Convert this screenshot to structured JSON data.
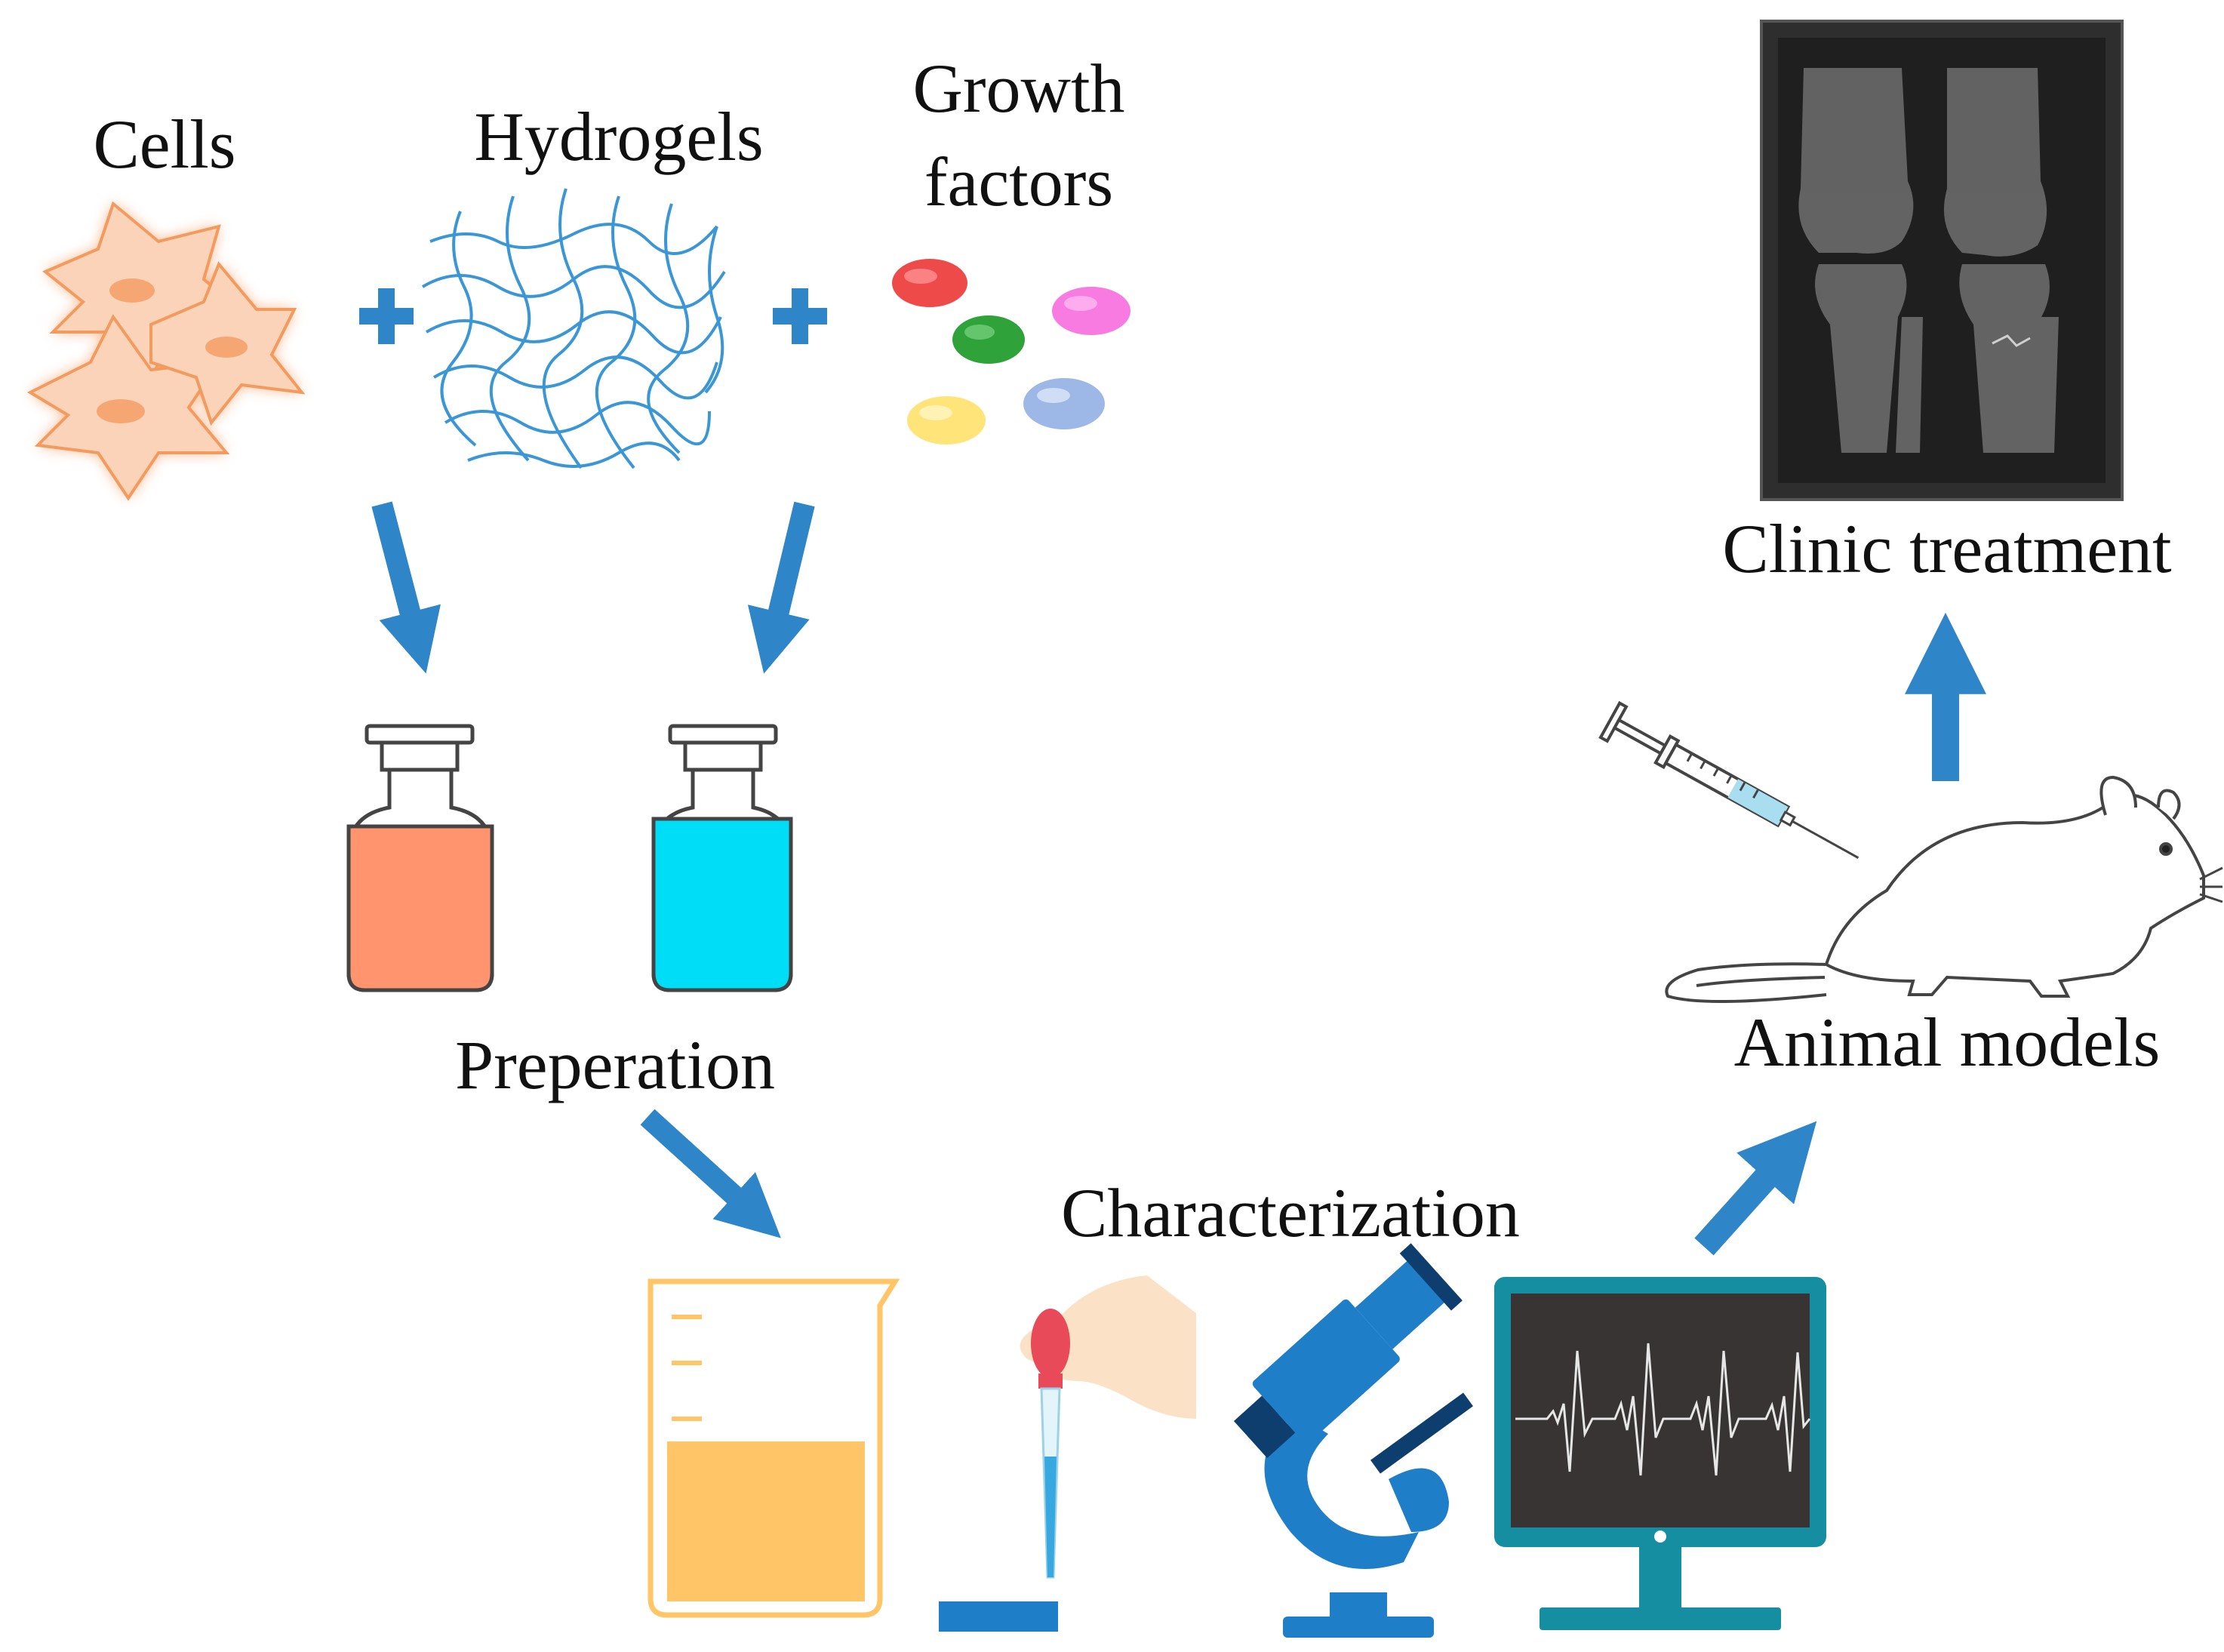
{
  "labels": {
    "cells": "Cells",
    "hydrogels": "Hydrogels",
    "growth_factors_line1": "Growth",
    "growth_factors_line2": "factors",
    "preparation": "Preperation",
    "characterization": "Characterization",
    "animal_models": "Animal models",
    "clinic_treatment": "Clinic treatment"
  },
  "colors": {
    "arrow": "#2E86C8",
    "plus": "#2E86C8",
    "cell": "#F7B48A",
    "hydrogel": "#3A96D4",
    "bottle_orange": "#FF946E",
    "bottle_cyan": "#00DDF7",
    "beaker_liquid": "#FFC566",
    "microscope": "#1F7EC8",
    "monitor": "#148EA0",
    "xray_bg": "#2E2E2E",
    "bead_red": "#EF4A4A",
    "bead_green": "#2FA33A",
    "bead_pink": "#F77BE0",
    "bead_yellow": "#FFE47A",
    "bead_blue": "#9DB8E6"
  },
  "icons": [
    "cells-icon",
    "hydrogel-mesh-icon",
    "growth-factor-beads-icon",
    "reagent-bottle-icon",
    "beaker-icon",
    "pipette-hand-icon",
    "microscope-icon",
    "monitor-ecg-icon",
    "syringe-icon",
    "mouse-icon",
    "xray-knee-icon"
  ]
}
